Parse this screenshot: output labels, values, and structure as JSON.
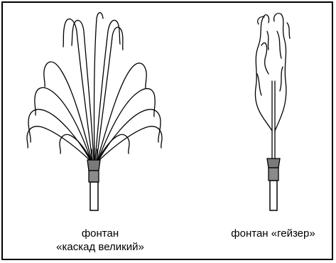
{
  "figures": [
    {
      "caption_line1": "фонтан",
      "caption_line2": "«каскад великий»"
    },
    {
      "caption_line1": "фонтан «гейзер»"
    }
  ]
}
